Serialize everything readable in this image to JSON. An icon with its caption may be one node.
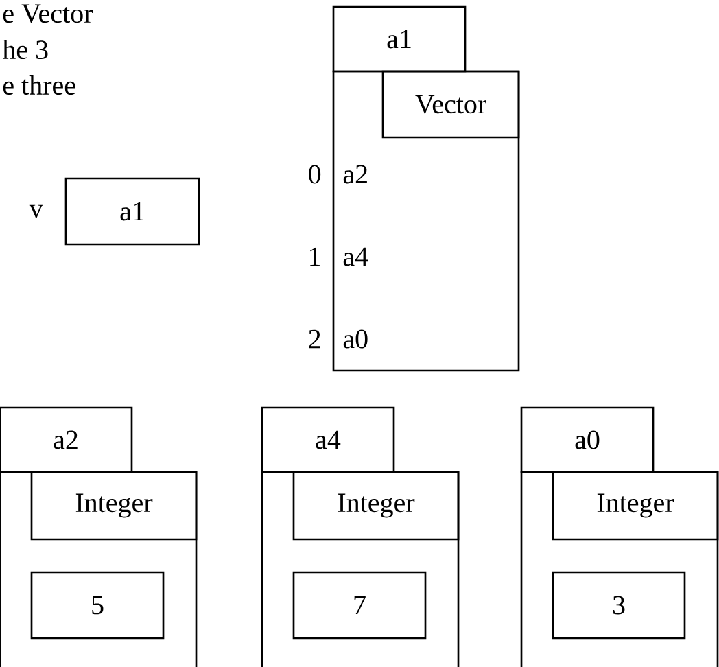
{
  "diagram": {
    "nodes": [
      {
        "text": [
          "a1"
        ]
      },
      {
        "text": [
          "a2",
          "a4",
          "a0"
        ],
        "beside": [
          "0",
          "1",
          "2"
        ]
      },
      {
        "text": [
          "Vector"
        ],
        "in": 1
      },
      {
        "text": [
          "a1"
        ],
        "beside": [
          "v"
        ]
      },
      {
        "text": [
          "a2"
        ]
      },
      {
        "text": [],
        "shape": "box"
      },
      {
        "text": [
          "Integer"
        ],
        "in": 5
      },
      {
        "text": [
          "5"
        ],
        "in": 5
      },
      {
        "text": [
          "a4"
        ]
      },
      {
        "text": [],
        "shape": "box"
      },
      {
        "text": [
          "Integer"
        ],
        "in": 9
      },
      {
        "text": [
          "7"
        ],
        "in": 9
      },
      {
        "text": [
          "a0"
        ]
      },
      {
        "text": [],
        "shape": "box"
      },
      {
        "text": [
          "Integer"
        ],
        "in": 13
      },
      {
        "text": [
          "3"
        ],
        "in": 13
      }
    ],
    "labels": [
      "e Vector",
      "he 3",
      "e three"
    ]
  }
}
